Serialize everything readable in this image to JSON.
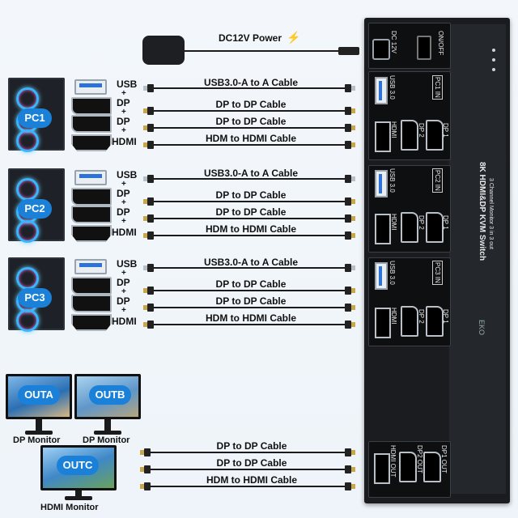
{
  "power": {
    "label": "DC12V Power"
  },
  "pcs": [
    {
      "badge": "PC1",
      "labels": [
        "USB",
        "+",
        "DP",
        "+",
        "DP",
        "+",
        "HDMI"
      ],
      "cables": [
        "USB3.0-A to A Cable",
        "DP to DP Cable",
        "DP to DP Cable",
        "HDM to HDMI Cable"
      ]
    },
    {
      "badge": "PC2",
      "labels": [
        "USB",
        "+",
        "DP",
        "+",
        "DP",
        "+",
        "HDMI"
      ],
      "cables": [
        "USB3.0-A to A Cable",
        "DP to DP Cable",
        "DP to DP Cable",
        "HDM to HDMI Cable"
      ]
    },
    {
      "badge": "PC3",
      "labels": [
        "USB",
        "+",
        "DP",
        "+",
        "DP",
        "+",
        "HDMI"
      ],
      "cables": [
        "USB3.0-A to A Cable",
        "DP to DP Cable",
        "DP to DP Cable",
        "HDM to HDMI Cable"
      ]
    }
  ],
  "monitors": {
    "outa": {
      "badge": "OUTA"
    },
    "outb": {
      "badge": "OUTB"
    },
    "outc": {
      "badge": "OUTC"
    },
    "dp_label_a": "DP Monitor",
    "dp_label_b": "DP Monitor",
    "hdmi_label": "HDMI Monitor"
  },
  "output_cables": [
    "DP to DP Cable",
    "DP to DP Cable",
    "HDM to HDMI Cable"
  ],
  "kvm": {
    "top_labels": [
      "DC 12V",
      "ON/OFF"
    ],
    "side_title": "8K HDMI&DP KVM Switch",
    "side_subtitle": "3 Channel Monitor 3 in 3 out",
    "brand": "EKO",
    "panels": [
      {
        "in_label": "PC1 IN",
        "usb": "USB 3.0",
        "hdmi": "HDMI",
        "dp2": "DP 2",
        "dp1": "DP 1"
      },
      {
        "in_label": "PC2 IN",
        "usb": "USB 3.0",
        "hdmi": "HDMI",
        "dp2": "DP 2",
        "dp1": "DP 1"
      },
      {
        "in_label": "PC3 IN",
        "usb": "USB 3.0",
        "hdmi": "HDMI",
        "dp2": "DP 2",
        "dp1": "DP 1"
      }
    ],
    "out_panel": {
      "dp1": "DP1 OUT",
      "dp2": "DP2 OUT",
      "hdmi": "HDMI OUT"
    }
  }
}
